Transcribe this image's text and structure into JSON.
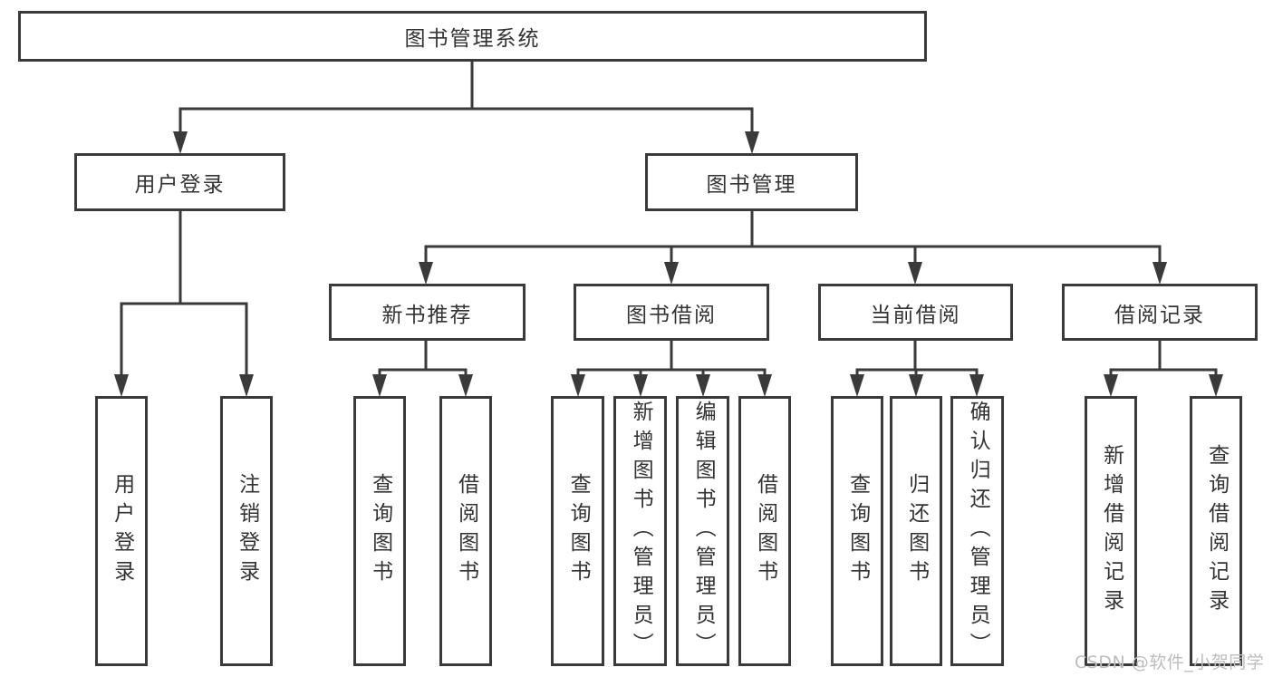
{
  "diagram": {
    "watermark": "CSDN @软件_小贺同学",
    "colors": {
      "line": "#3a3a3a",
      "box_border": "#3a3a3a",
      "box_fill": "#ffffff",
      "text": "#333333",
      "watermark": "#bdbdbd"
    },
    "root": {
      "label": "图书管理系统",
      "children": [
        {
          "label": "用户登录",
          "leaves": [
            "用户登录",
            "注销登录"
          ]
        },
        {
          "label": "图书管理",
          "children": [
            {
              "label": "新书推荐",
              "leaves": [
                "查询图书",
                "借阅图书"
              ]
            },
            {
              "label": "图书借阅",
              "leaves": [
                "查询图书",
                "新增图书（管理员）",
                "编辑图书（管理员）",
                "借阅图书"
              ]
            },
            {
              "label": "当前借阅",
              "leaves": [
                "查询图书",
                "归还图书",
                "确认归还（管理员）"
              ]
            },
            {
              "label": "借阅记录",
              "leaves": [
                "新增借阅记录",
                "查询借阅记录"
              ]
            }
          ]
        }
      ]
    }
  }
}
